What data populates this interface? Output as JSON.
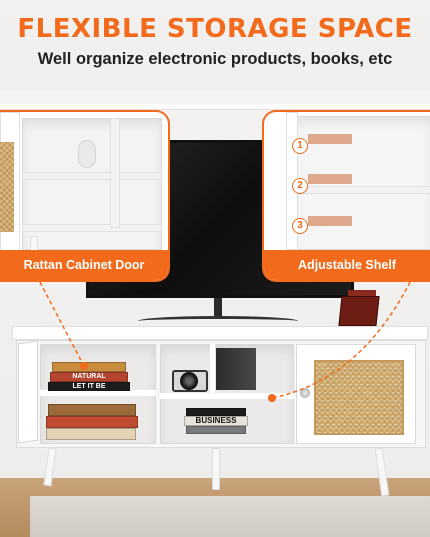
{
  "headline": "FLEXIBLE STORAGE SPACE",
  "subheadline": "Well organize electronic products, books, etc",
  "callouts": {
    "left_label": "Rattan Cabinet Door",
    "right_label": "Adjustable Shelf",
    "steps": [
      "1",
      "2",
      "3"
    ]
  },
  "books": {
    "top_spine": "NATURAL",
    "middle_spine": "LET IT BE",
    "shelf_book": "BUSINESS"
  },
  "colors": {
    "accent": "#f26a1b",
    "rattan": "#d8b67c",
    "cabinet": "#ffffff"
  }
}
